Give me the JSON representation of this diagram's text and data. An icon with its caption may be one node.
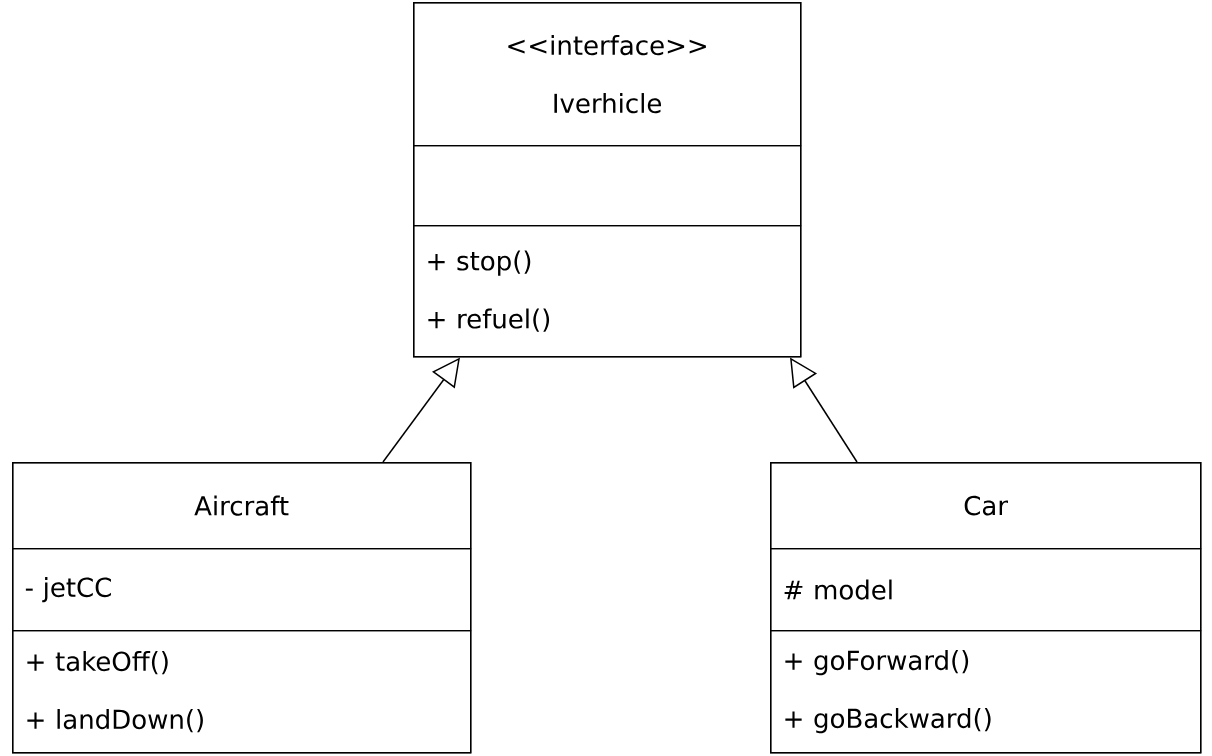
{
  "diagram": {
    "nodes": [
      {
        "text": [],
        "shape": "box"
      },
      {
        "text": [
          "<<interface>>",
          "Iverhicle"
        ],
        "in": 0
      },
      {
        "text": [],
        "shape": "box",
        "in": 0
      },
      {
        "text": [
          "+ stop()",
          "+ refuel()"
        ],
        "in": 0
      },
      {
        "text": [],
        "shape": "box"
      },
      {
        "text": [
          "Aircraft"
        ],
        "in": 4
      },
      {
        "text": [
          "- jetCC"
        ],
        "in": 4
      },
      {
        "text": [
          "+ takeOff()",
          "+ landDown()"
        ],
        "in": 4
      },
      {
        "text": [],
        "shape": "box"
      },
      {
        "text": [
          "Car"
        ],
        "in": 8
      },
      {
        "text": [
          "# model"
        ],
        "in": 8
      },
      {
        "text": [
          "+ goForward()",
          "+ goBackward()"
        ],
        "in": 8
      }
    ],
    "edges": [
      {
        "from": 4,
        "to": 0,
        "arrow": "to"
      },
      {
        "from": 8,
        "to": 0,
        "arrow": "to"
      }
    ]
  }
}
